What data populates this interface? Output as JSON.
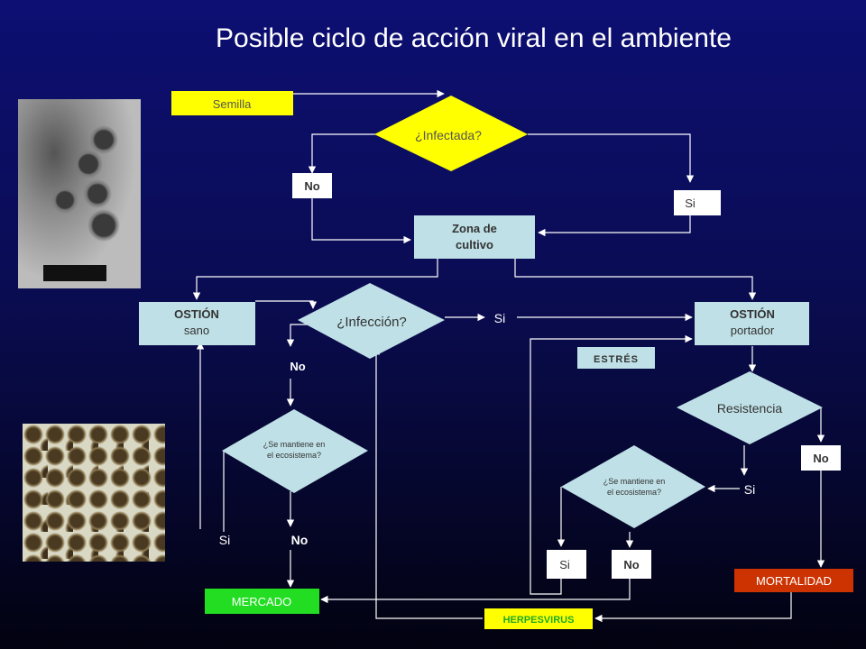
{
  "title": "Posible ciclo de acción viral en el ambiente",
  "nodes": {
    "semilla": "Semilla",
    "infectada": "¿Infectada?",
    "no1": "No",
    "si1": "Si",
    "zona_line1": "Zona de",
    "zona_line2": "cultivo",
    "ostion_sano_line1": "OSTIÓN",
    "ostion_sano_line2": "sano",
    "infeccion": "¿Infección?",
    "si2": "Si",
    "ostion_portador_line1": "OSTIÓN",
    "ostion_portador_line2": "portador",
    "no2": "No",
    "estres": "ESTRÉS",
    "mantiene_left_line1": "¿Se mantiene en",
    "mantiene_left_line2": "el ecosistema?",
    "resistencia": "Resistencia",
    "no3": "No",
    "si3": "Si",
    "mantiene_right_line1": "¿Se mantiene en",
    "mantiene_right_line2": "el ecosistema?",
    "si4": "Si",
    "no4": "No",
    "si5": "Si",
    "no5": "No",
    "mercado": "MERCADO",
    "mortalidad": "MORTALIDAD",
    "herpesvirus": "HERPESVIRUS"
  },
  "colors": {
    "yellow": "#ffff00",
    "lightblue": "#bfe0e6",
    "green": "#22dd22",
    "red": "#cc3300",
    "white": "#ffffff"
  }
}
